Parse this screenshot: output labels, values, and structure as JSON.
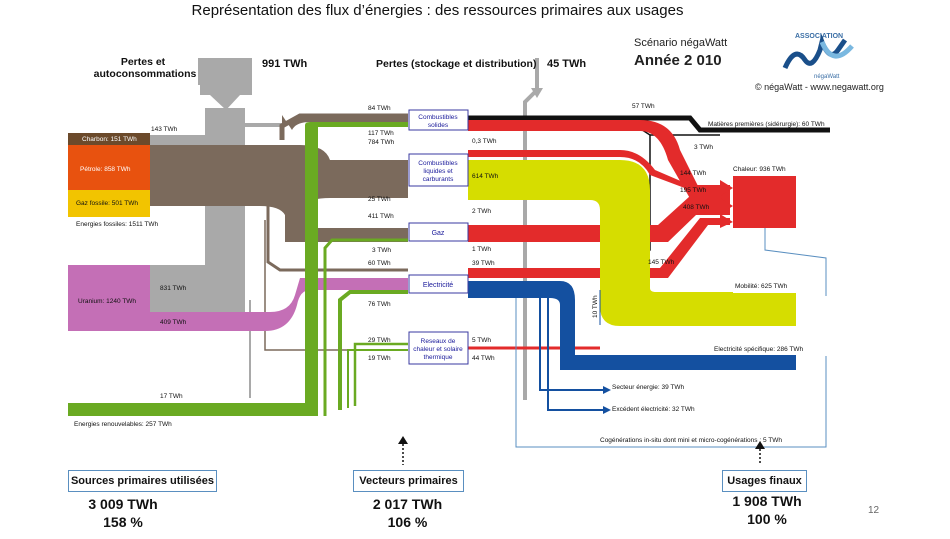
{
  "title": "Représentation des flux d’énergies : des ressources primaires aux usages",
  "header": {
    "scenario": "Scénario négaWatt",
    "annee": "Année 2 010",
    "logo_text": "ASSOCIATION",
    "logo_sub": "négaWatt",
    "copyright": "© négaWatt - www.negawatt.org"
  },
  "losses": {
    "pertes_label_1": "Pertes et",
    "pertes_label_2": "autoconsommations",
    "pertes_value": "991 TWh",
    "stockage_label": "Pertes (stockage et distribution)",
    "stockage_value": "45 TWh"
  },
  "sources": {
    "charbon": "Charbon: 151 TWh",
    "petrole": "Pétrole: 858 TWh",
    "gaz": "Gaz fossile: 501 TWh",
    "fossiles": "Energies fossiles: 1511 TWh",
    "uranium": "Uranium: 1240 TWh",
    "renouvelables": "Energies renouvelables: 257 TWh"
  },
  "vectors": {
    "combustibles_solides_1": "Combustibles",
    "combustibles_solides_2": "solides",
    "combustibles_liquides_1": "Combustibles",
    "combustibles_liquides_2": "liquides et",
    "combustibles_liquides_3": "carburants",
    "gaz": "Gaz",
    "electricite": "Electricité",
    "reseaux_1": "Reseaux de",
    "reseaux_2": "chaleur et solaire",
    "reseaux_3": "thermique"
  },
  "uses": {
    "matieres": "Matières premières (sidérurgie): 60 TWh",
    "chaleur": "Chaleur: 936 TWh",
    "mobilite": "Mobilité: 625 TWh",
    "elec_specifique": "Electricité spécifique: 286 TWh",
    "secteur_energie": "Secteur énergie: 39 TWh",
    "excedent": "Excédent électricité: 32 TWh",
    "cogen": "Cogénérations in-situ dont mini et micro-cogénérations : 5 TWh"
  },
  "flow_labels": {
    "l143": "143 TWh",
    "l84": "84 TWh",
    "l117": "117 TWh",
    "l784": "784 TWh",
    "l25": "25 TWh",
    "l411": "411 TWh",
    "l3a": "3 TWh",
    "l60": "60 TWh",
    "l831": "831 TWh",
    "l409": "409 TWh",
    "l76": "76 TWh",
    "l29": "29 TWh",
    "l19": "19 TWh",
    "l17": "17 TWh",
    "l57": "57 TWh",
    "l3b": "3 TWh",
    "l03": "0,3 TWh",
    "l614": "614 TWh",
    "l2": "2 TWh",
    "l1": "1 TWh",
    "l39": "39 TWh",
    "l5": "5 TWh",
    "l44": "44 TWh",
    "l144": "144 TWh",
    "l195": "195 TWh",
    "l408": "408 TWh",
    "l145": "145 TWh",
    "l10": "10 TWh"
  },
  "totals": {
    "sources_label": "Sources primaires utilisées",
    "sources_twh": "3 009 TWh",
    "sources_pct": "158 %",
    "vecteurs_label": "Vecteurs primaires",
    "vecteurs_twh": "2 017 TWh",
    "vecteurs_pct": "106 %",
    "usages_label": "Usages finaux",
    "usages_twh": "1 908 TWh",
    "usages_pct": "100 %"
  },
  "page_number": "12",
  "colors": {
    "charbon": "#6b4a2b",
    "petrole": "#e8520f",
    "gaz_fossile": "#f2c400",
    "fossile_flow": "#7b6a5c",
    "uranium": "#c46fb6",
    "renouvelable": "#6aaa22",
    "pertes": "#a9a9a9",
    "liquides": "#d6dd00",
    "gaz": "#e32b2b",
    "electricite": "#1450a0",
    "chaleur": "#e32b2b",
    "solides": "#111111",
    "box_border": "#5a8fc0"
  }
}
